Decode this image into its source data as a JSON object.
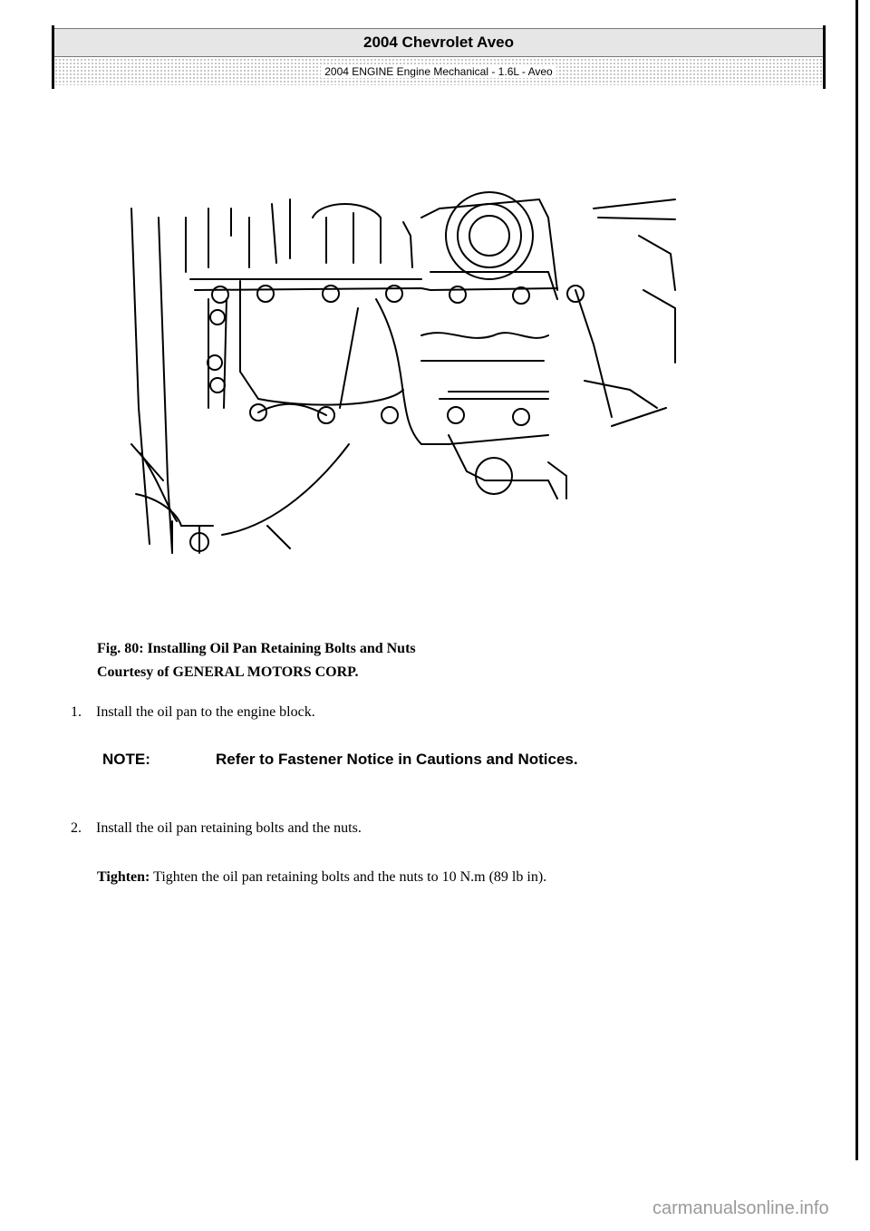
{
  "header": {
    "title": "2004 Chevrolet Aveo",
    "subtitle": "2004 ENGINE Engine Mechanical - 1.6L - Aveo"
  },
  "figure": {
    "caption_label": "Fig. 80: Installing Oil Pan Retaining Bolts and Nuts",
    "courtesy": "Courtesy of GENERAL MOTORS CORP."
  },
  "steps": [
    {
      "number": "1.",
      "text": "Install the oil pan to the engine block."
    },
    {
      "number": "2.",
      "text": "Install the oil pan retaining bolts and the nuts."
    }
  ],
  "note": {
    "label": "NOTE:",
    "text": "Refer to Fastener Notice in Cautions and Notices."
  },
  "tighten": {
    "label": "Tighten:",
    "text": " Tighten the oil pan retaining bolts and the nuts to 10 N.m (89 lb in)."
  },
  "footer": {
    "watermark": "carmanualsonline.info"
  }
}
